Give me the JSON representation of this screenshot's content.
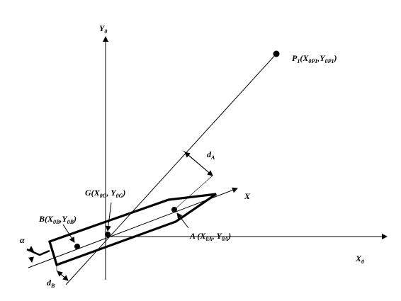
{
  "labels": {
    "y0": {
      "main": "Y",
      "sub": "0"
    },
    "x0": {
      "main": "X",
      "sub": "0"
    },
    "x": {
      "main": "X"
    },
    "p1": {
      "main": "P",
      "s1": "1",
      "mid": "(X",
      "s2": "0P1",
      "mid2": ",Y",
      "s3": "0P1",
      "end": ")"
    },
    "da": {
      "main": "d",
      "sub": "A"
    },
    "db": {
      "main": "d",
      "sub": "B"
    },
    "g": {
      "main": "G(X",
      "s1": "0G",
      "mid": ", Y",
      "s2": "0G",
      "end": ")"
    },
    "b": {
      "main": "B(X",
      "s1": "0B",
      "mid": ",Y",
      "s2": "0B",
      "end": ")"
    },
    "a": {
      "main": "A (X",
      "s1": "0A",
      "mid": ", Y",
      "s2": "0A",
      "end": ")"
    },
    "alpha": {
      "main": "α"
    }
  }
}
